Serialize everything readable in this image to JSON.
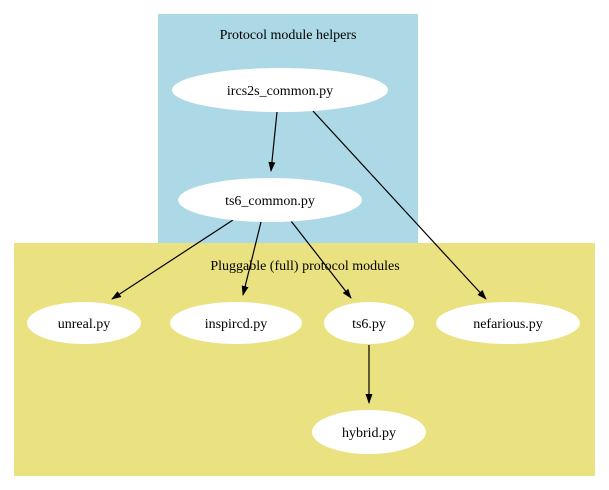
{
  "diagram": {
    "type": "dependency-graph",
    "clusters": {
      "helpers": {
        "label": "Protocol module helpers",
        "bg": "#ADD8E6"
      },
      "modules": {
        "label": "Pluggable (full) protocol modules",
        "bg": "#EAE180"
      }
    },
    "nodes": {
      "ircs2s_common": {
        "label": "ircs2s_common.py"
      },
      "ts6_common": {
        "label": "ts6_common.py"
      },
      "unreal": {
        "label": "unreal.py"
      },
      "inspircd": {
        "label": "inspircd.py"
      },
      "ts6": {
        "label": "ts6.py"
      },
      "nefarious": {
        "label": "nefarious.py"
      },
      "hybrid": {
        "label": "hybrid.py"
      }
    },
    "edges": [
      {
        "from": "ircs2s_common.py",
        "to": "ts6_common.py"
      },
      {
        "from": "ircs2s_common.py",
        "to": "nefarious.py"
      },
      {
        "from": "ts6_common.py",
        "to": "unreal.py"
      },
      {
        "from": "ts6_common.py",
        "to": "inspircd.py"
      },
      {
        "from": "ts6_common.py",
        "to": "ts6.py"
      },
      {
        "from": "ts6.py",
        "to": "hybrid.py"
      }
    ],
    "node_fill": "#FFFFFF",
    "text_color": "#000000"
  }
}
